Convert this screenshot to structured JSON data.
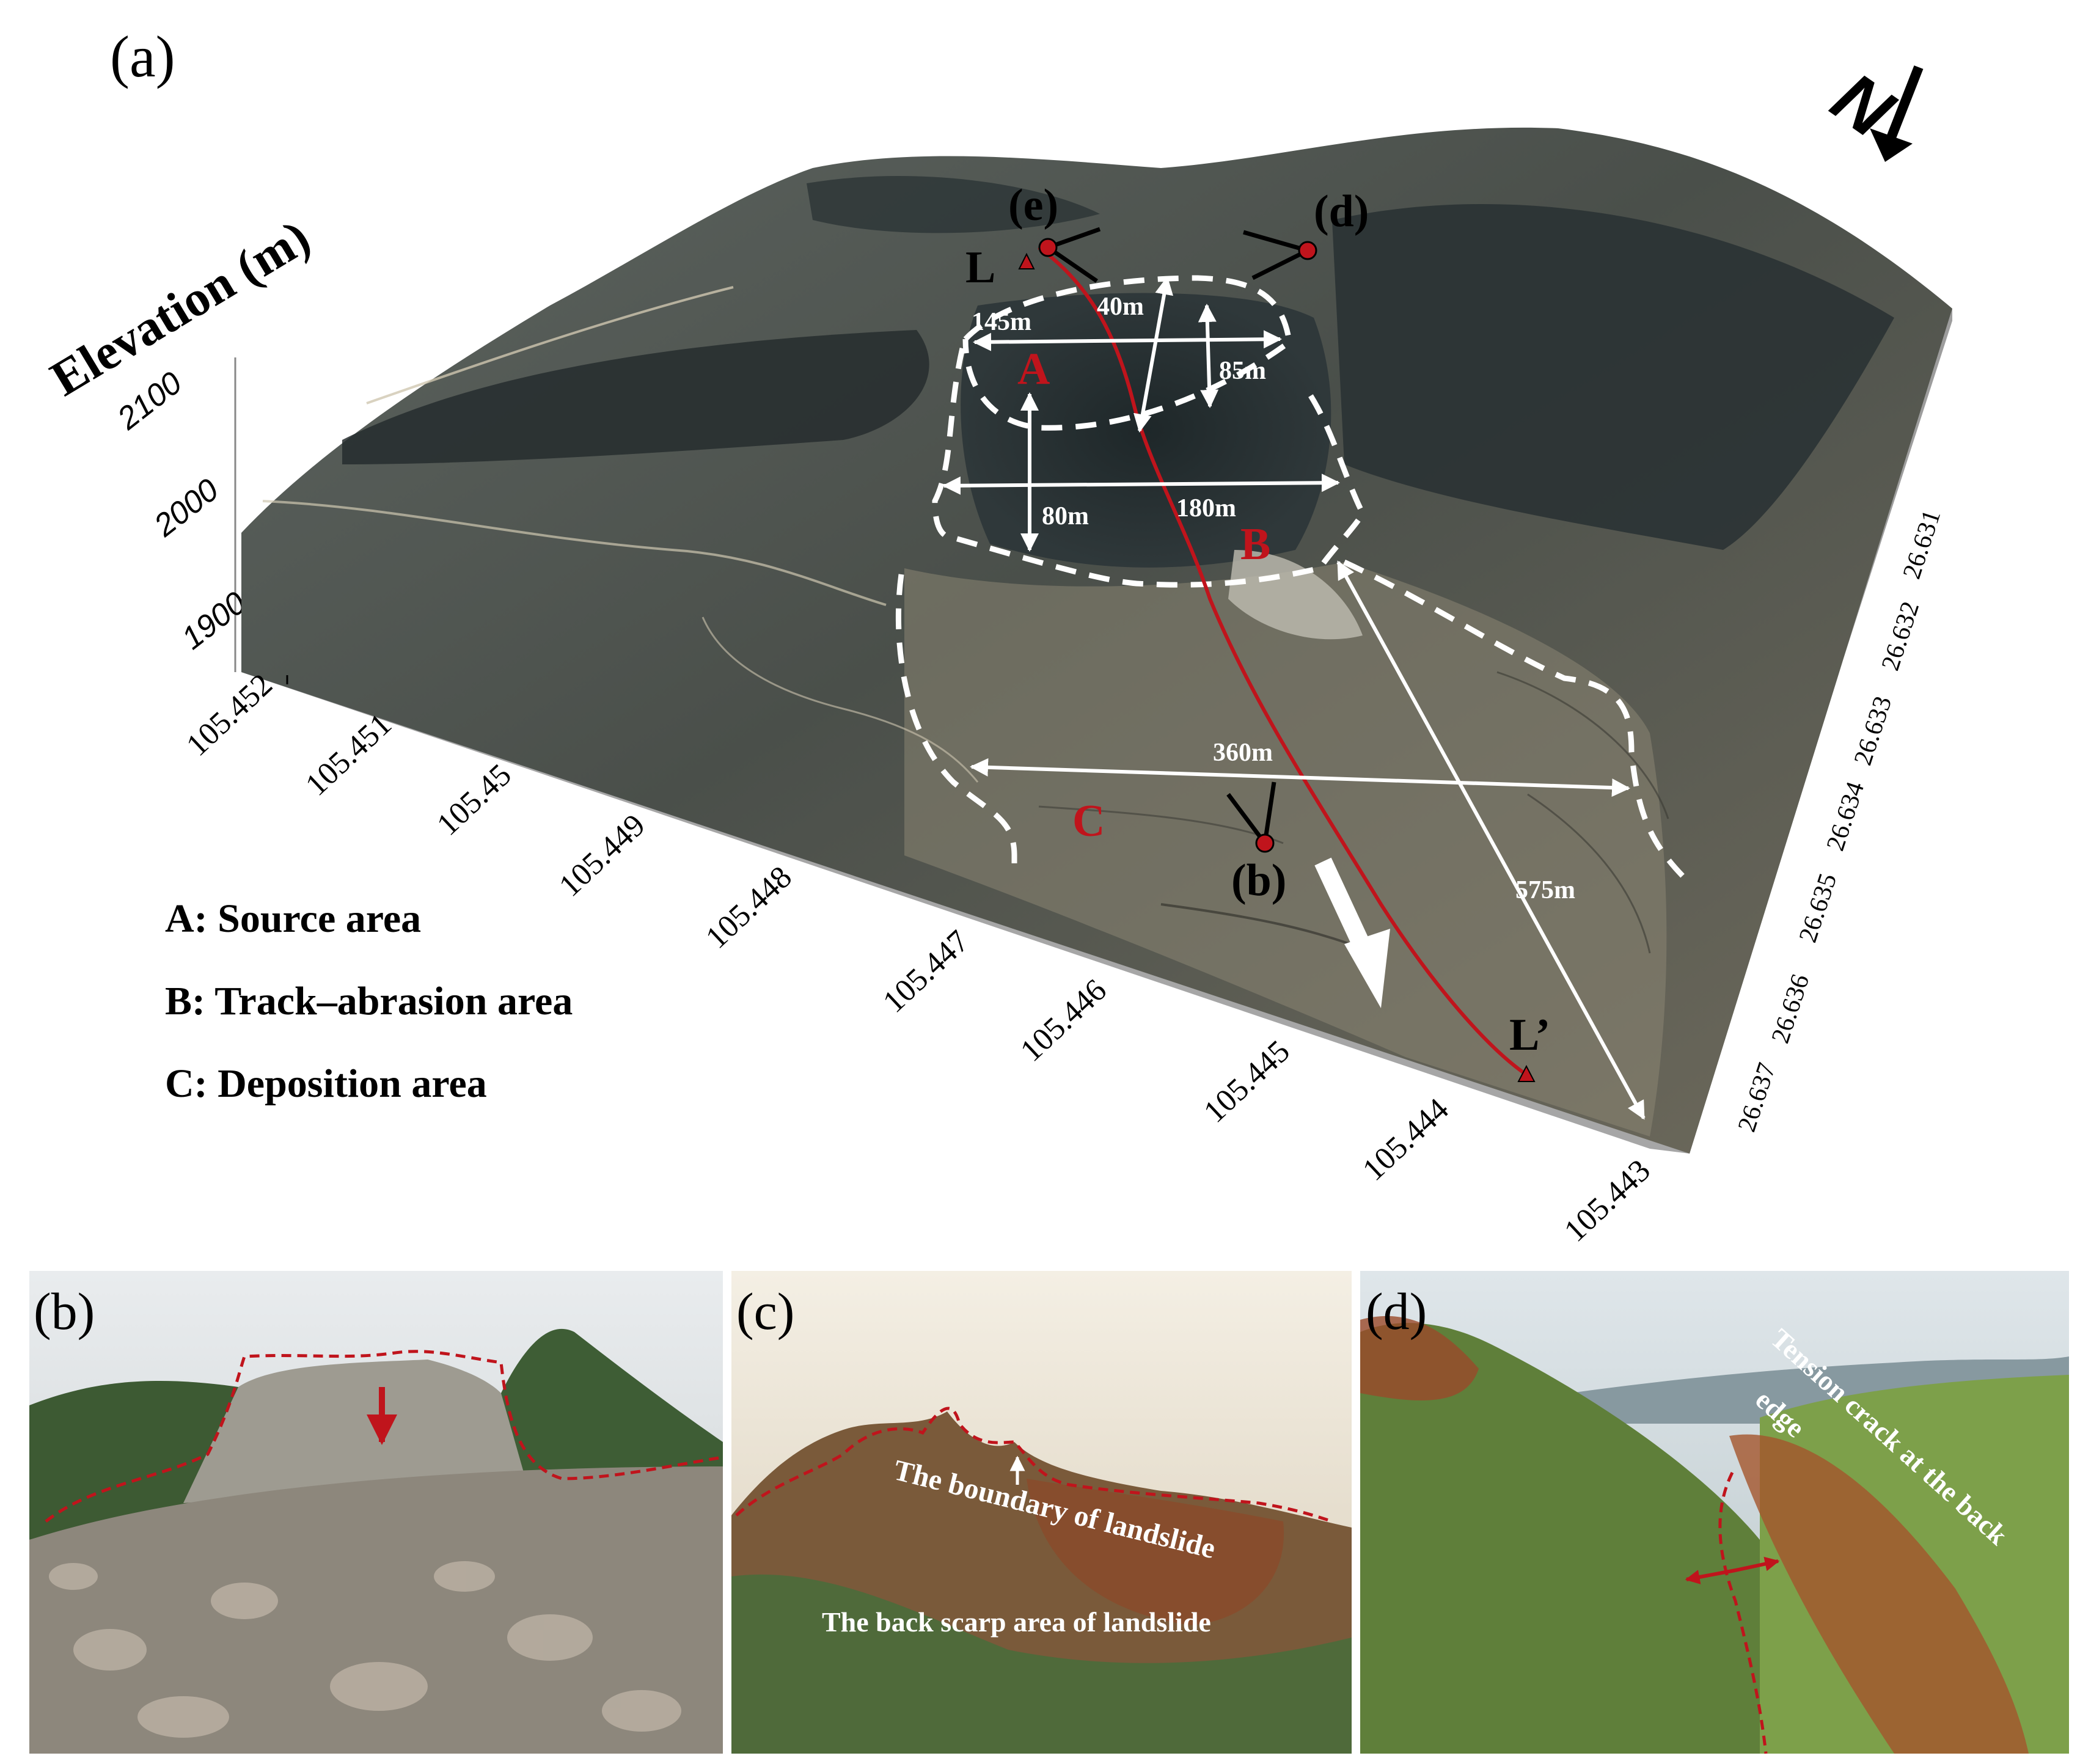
{
  "panel_a": {
    "label": "(a)",
    "elevation_label": "Elevation (m)",
    "elevation_ticks": [
      "2100",
      "2000",
      "1900"
    ],
    "x_ticks": [
      "105.452",
      "105.451",
      "105.45",
      "105.449",
      "105.448",
      "105.447",
      "105.446",
      "105.445",
      "105.444",
      "105.443"
    ],
    "y_ticks": [
      "26.631",
      "26.632",
      "26.633",
      "26.634",
      "26.635",
      "26.636",
      "26.637"
    ],
    "north_label": "N",
    "zones": {
      "a": "A",
      "b": "B",
      "c": "C"
    },
    "measurements": {
      "m145": "145m",
      "m40": "40m",
      "m85": "85m",
      "m80": "80m",
      "m180": "180m",
      "m360": "360m",
      "m575": "575m"
    },
    "viewpoints": {
      "e": "(e)",
      "d": "(d)",
      "b": "(b)"
    },
    "profile_start": "L",
    "profile_end": "L’",
    "legend": [
      "A: Source area",
      "B: Track–abrasion area",
      "C: Deposition area"
    ]
  },
  "panel_b": {
    "label": "(b)"
  },
  "panel_c": {
    "label": "(c)",
    "boundary_text": "The boundary of landslide",
    "scarp_text": "The back scarp area of landslide"
  },
  "panel_d": {
    "label": "(d)",
    "crack_text_1": "Tension crack at the back",
    "crack_text_2": "edge"
  },
  "colors": {
    "annotation_red": "#c0141c",
    "annotation_white": "#ffffff",
    "terrain_dark": "#2a3133",
    "terrain_mid": "#6b6a5e",
    "block_side": "#a9a9a9"
  }
}
